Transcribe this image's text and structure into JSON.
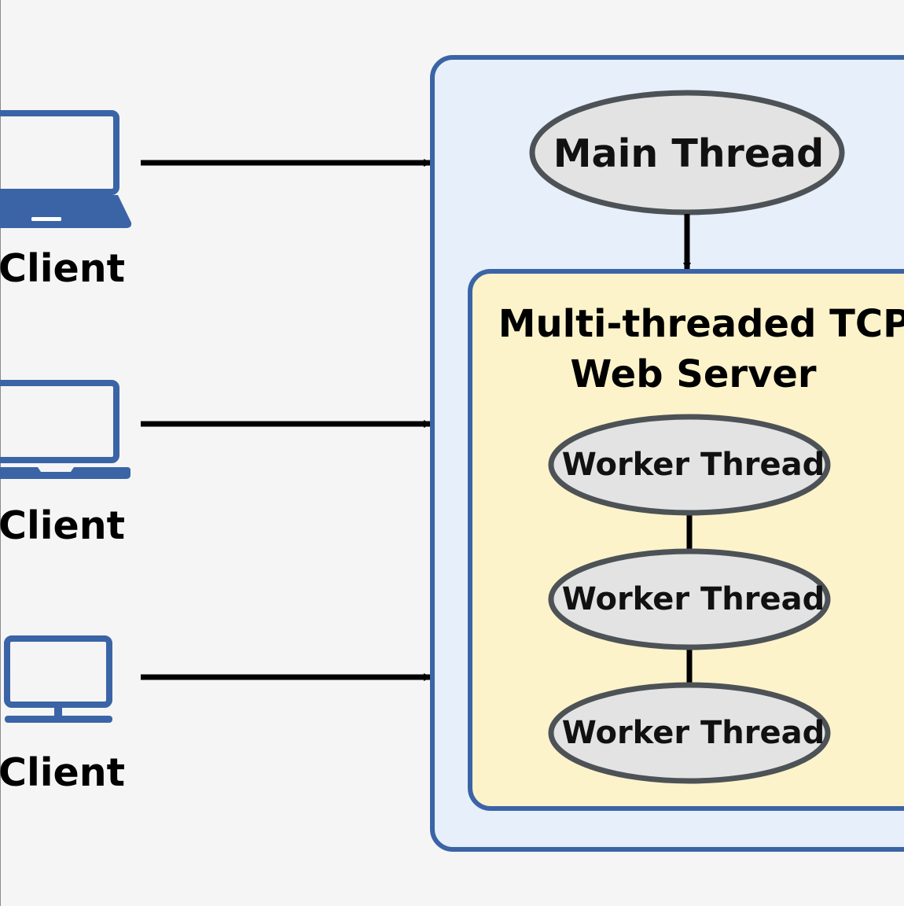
{
  "clients": [
    {
      "label": "Client",
      "icon": "laptop-icon"
    },
    {
      "label": "Client",
      "icon": "laptop-icon"
    },
    {
      "label": "Client",
      "icon": "desktop-monitor-icon"
    }
  ],
  "server_box": {
    "main_thread_label": "Main Thread",
    "inner_box": {
      "title_line1": "Multi-threaded TCP",
      "title_line2": "Web Server",
      "workers": [
        {
          "label": "Worker Thread"
        },
        {
          "label": "Worker Thread"
        },
        {
          "label": "Worker Thread"
        }
      ]
    }
  },
  "colors": {
    "background": "#f5f5f5",
    "icon_blue": "#3b64a6",
    "outer_box_fill": "#e6effa",
    "outer_box_border": "#3b64a6",
    "inner_box_fill": "#fcf3cb",
    "inner_box_border": "#3b64a6",
    "ellipse_fill": "#e3e3e3",
    "ellipse_border": "#4d5256",
    "arrow": "#000000"
  }
}
